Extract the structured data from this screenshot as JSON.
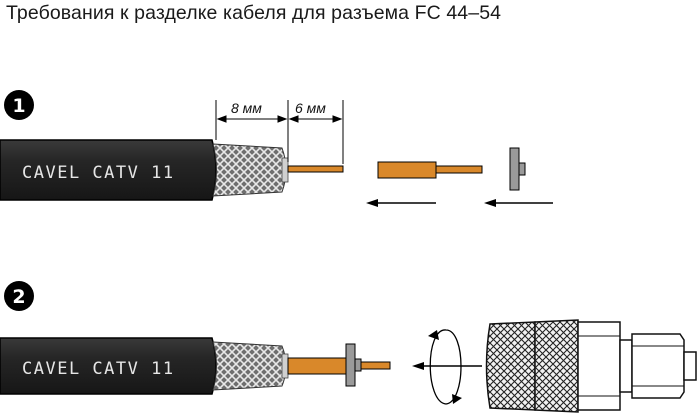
{
  "title": "Требования к разделке кабеля для разъема FC 44–54",
  "steps": [
    {
      "number": "1",
      "cable_label": "CAVEL  CATV 11",
      "dim_braid": "8 мм",
      "dim_core": "6 мм"
    },
    {
      "number": "2",
      "cable_label": "CAVEL  CATV 11"
    }
  ],
  "colors": {
    "cable_jacket": "#222222",
    "copper": "#d9882a",
    "washer": "#9a9a9a",
    "braid": "#8a8a8a"
  },
  "icons": {
    "rotate": "rotate-arrow-icon",
    "left_arrow": "arrow-left-icon"
  }
}
